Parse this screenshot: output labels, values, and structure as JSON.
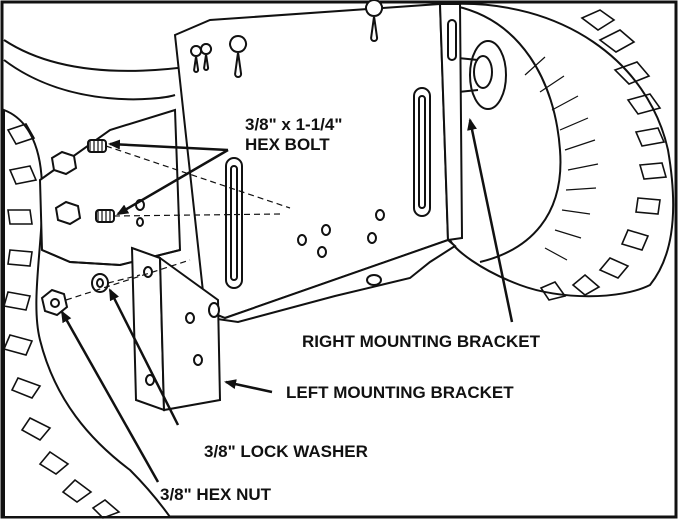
{
  "callouts": {
    "bolt_line1": "3/8\" x 1-1/4\"",
    "bolt_line2": "HEX BOLT",
    "right_bracket": "RIGHT MOUNTING BRACKET",
    "left_bracket": "LEFT MOUNTING BRACKET",
    "lock_washer": "3/8\" LOCK WASHER",
    "hex_nut": "3/8\" HEX NUT"
  },
  "colors": {
    "ink": "#111111",
    "paper": "#ffffff"
  }
}
